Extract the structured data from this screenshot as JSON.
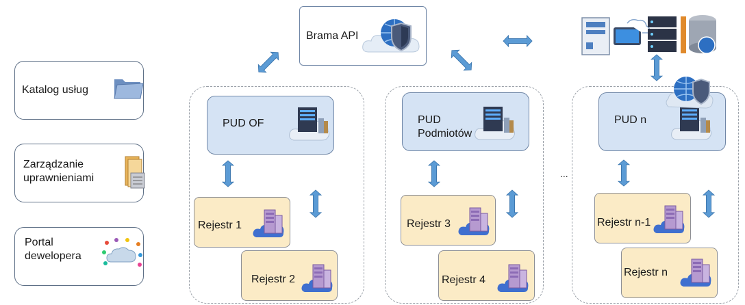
{
  "sidebar": {
    "catalog_label": "Katalog usług",
    "permissions_label": "Zarządzanie\nuprawnieniami",
    "portal_label": "Portal\ndewelopera"
  },
  "gateway": {
    "label": "Brama API"
  },
  "groups": [
    {
      "pud_label": "PUD  OF",
      "registers": [
        "Rejestr 1",
        "Rejestr 2"
      ]
    },
    {
      "pud_label": "PUD\nPodmiotów",
      "registers": [
        "Rejestr 3",
        "Rejestr 4"
      ]
    },
    {
      "pud_label": "PUD n",
      "registers": [
        "Rejestr n-1",
        "Rejestr n"
      ]
    }
  ],
  "ellipsis": "...",
  "icons": {
    "catalog": "folder-icon",
    "permissions": "document-stack-icon",
    "portal": "cloud-network-icon",
    "gateway": "cloud-globe-shield-icon",
    "pud": "cloud-server-icon",
    "register": "cloud-database-icon",
    "external": "server-tablet-database-icon",
    "arrow": "double-arrow-icon"
  },
  "colors": {
    "pud_fill": "#d5e3f4",
    "register_fill": "#fbebc6",
    "arrow": "#5b9bd5",
    "border": "#5d6f86"
  }
}
